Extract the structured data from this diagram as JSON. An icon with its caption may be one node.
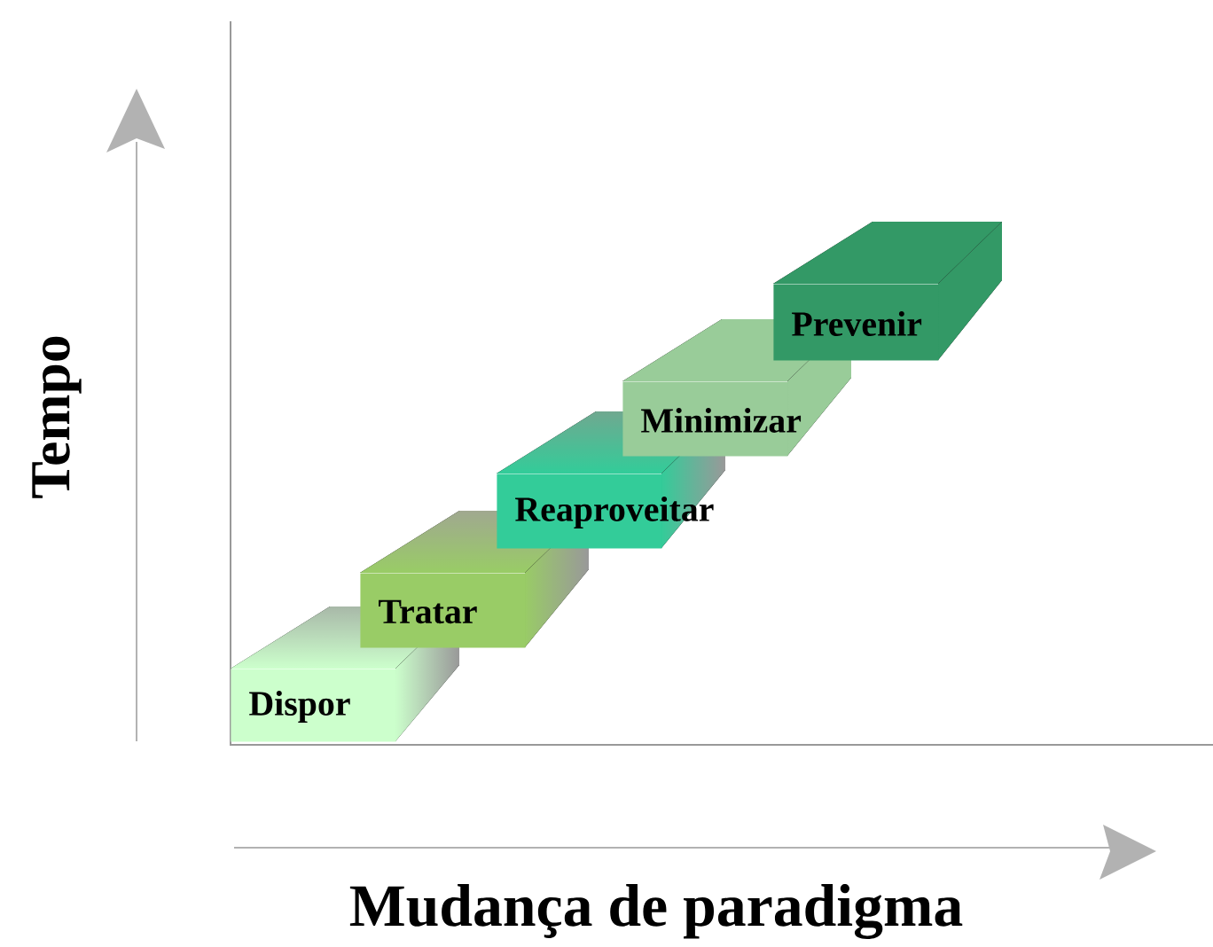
{
  "diagram": {
    "nodes": [
      {
        "text": [
          "Dispor"
        ]
      },
      {
        "text": [
          "Tratar"
        ]
      },
      {
        "text": [
          "Reaproveitar"
        ]
      },
      {
        "text": [
          "Minimizar"
        ]
      },
      {
        "text": [
          "Prevenir"
        ]
      }
    ],
    "labels": [
      "Tempo",
      "Mudança de paradigma"
    ]
  }
}
